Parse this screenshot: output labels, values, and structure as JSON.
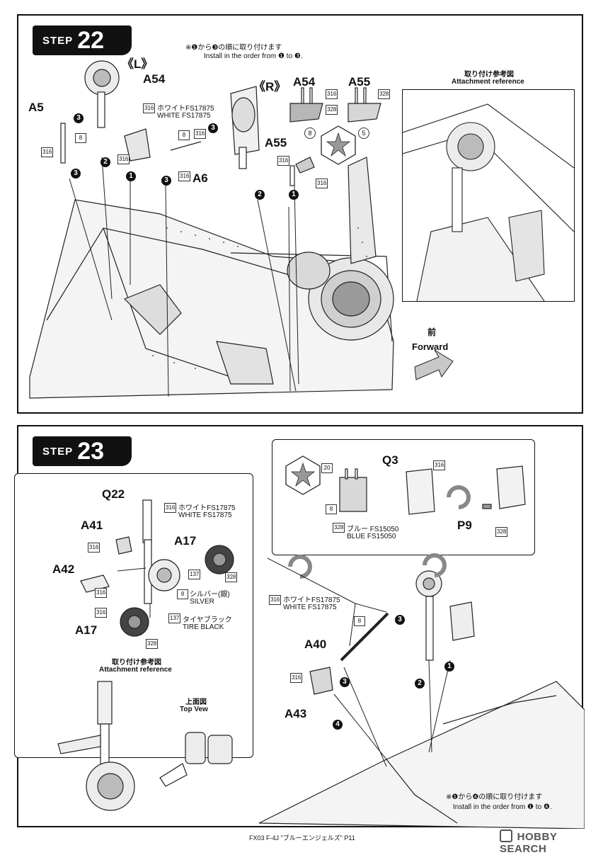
{
  "step22": {
    "badge_word": "STEP",
    "badge_number": "22",
    "order_note_jp": "※❶から❸の順に取り付けます",
    "order_note_en": "Install in the order from ❶ to ❸.",
    "side_left": "《L》",
    "side_right": "《R》",
    "parts": {
      "a5": "A5",
      "a54_top": "A54",
      "a6": "A6",
      "a54_detail": "A54",
      "a55_detail": "A55",
      "a55_lower": "A55"
    },
    "paint_white_jp": "ホワイトFS17875",
    "paint_white_en": "WHITE FS17875",
    "codes": {
      "c316": "316",
      "c328": "328",
      "c8": "8",
      "c5": "5"
    },
    "reference_title_jp": "取り付け参考図",
    "reference_title_en": "Attachment reference",
    "forward_jp": "前",
    "forward_en": "Forward",
    "steps": [
      "1",
      "2",
      "3"
    ]
  },
  "step23": {
    "badge_word": "STEP",
    "badge_number": "23",
    "parts": {
      "q22": "Q22",
      "a41": "A41",
      "a42": "A42",
      "a17_top": "A17",
      "a17_bottom": "A17",
      "q3": "Q3",
      "p9": "P9",
      "a40": "A40",
      "a43": "A43"
    },
    "paint_white_jp": "ホワイトFS17875",
    "paint_white_en": "WHITE FS17875",
    "paint_silver_jp": "シルバー(銀)",
    "paint_silver_en": "SILVER",
    "paint_tire_jp": "タイヤブラック",
    "paint_tire_en": "TIRE BLACK",
    "paint_blue_jp": "ブルー FS15050",
    "paint_blue_en": "BLUE FS15050",
    "codes": {
      "c316": "316",
      "c328": "328",
      "c137": "137",
      "c8": "8",
      "c20": "20"
    },
    "reference_title_jp": "取り付け参考図",
    "reference_title_en": "Attachment reference",
    "top_view_jp": "上面図",
    "top_view_en": "Top Vew",
    "order_note_jp": "※❶から❹の順に取り付けます",
    "order_note_en": "Install in the order from ❶ to ❹.",
    "steps": [
      "1",
      "2",
      "3",
      "4"
    ]
  },
  "footer": {
    "caption": "FX03 F-4J \"ブルーエンジェルズ\" P11",
    "watermark": "HOBBY SEARCH"
  },
  "colors": {
    "ink": "#111111",
    "paper": "#ffffff",
    "watermark": "#555555"
  }
}
